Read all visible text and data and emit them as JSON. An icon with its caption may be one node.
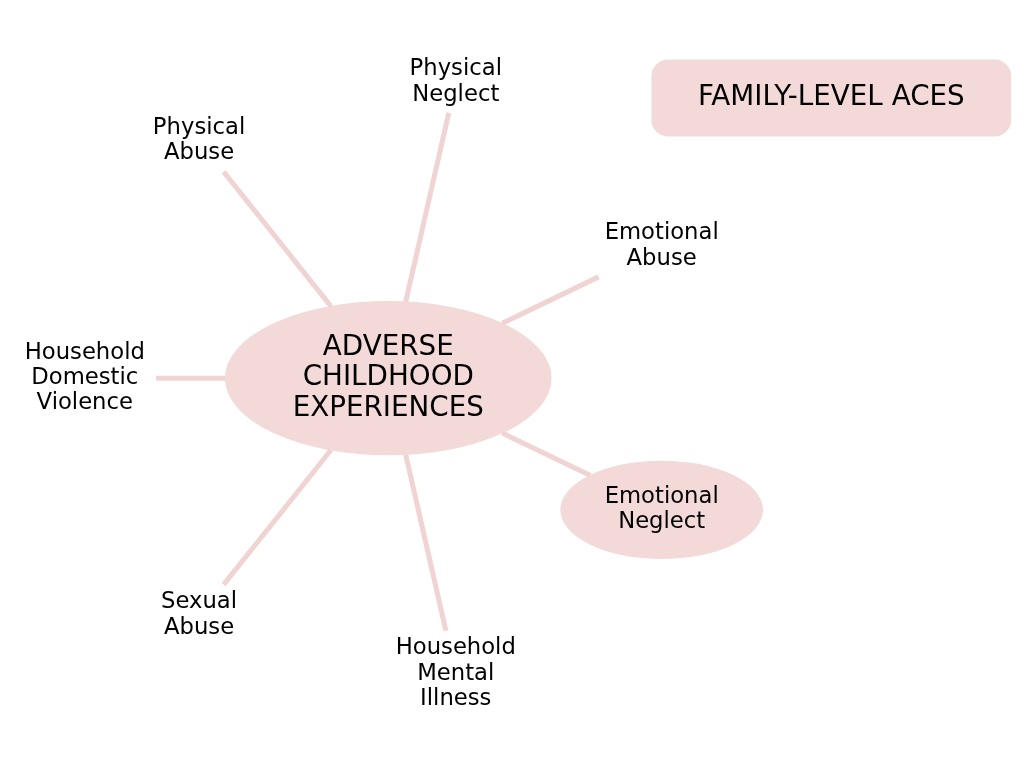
{
  "diagram": {
    "nodes": [
      {
        "text": [
          "FAMILY-LEVEL ACES"
        ]
      },
      {
        "text": [
          "Emotional Abuse"
        ]
      },
      {
        "text": [
          "Physical Neglect"
        ]
      },
      {
        "text": [
          "ADVERSE CHILDHOOD EXPERIENCES"
        ]
      },
      {
        "text": [
          "Physical Abuse"
        ]
      },
      {
        "text": [
          "Household Domestic Violence"
        ]
      },
      {
        "text": [
          "Sexual Abuse"
        ]
      },
      {
        "text": [
          "Household Mental Illness"
        ]
      },
      {
        "text": [
          "Emotional Neglect"
        ]
      }
    ],
    "edges": [
      {
        "from": 3,
        "to": 1,
        "arrow": "none"
      },
      {
        "from": 3,
        "to": 2,
        "arrow": "none"
      },
      {
        "from": 3,
        "to": 5,
        "arrow": "none"
      },
      {
        "from": 3,
        "to": 8,
        "arrow": "none"
      },
      {
        "from": 3,
        "to": 7,
        "arrow": "none"
      },
      {
        "from": 3,
        "to": 6,
        "arrow": "none"
      },
      {
        "from": 3,
        "to": 4,
        "arrow": "none"
      }
    ]
  }
}
